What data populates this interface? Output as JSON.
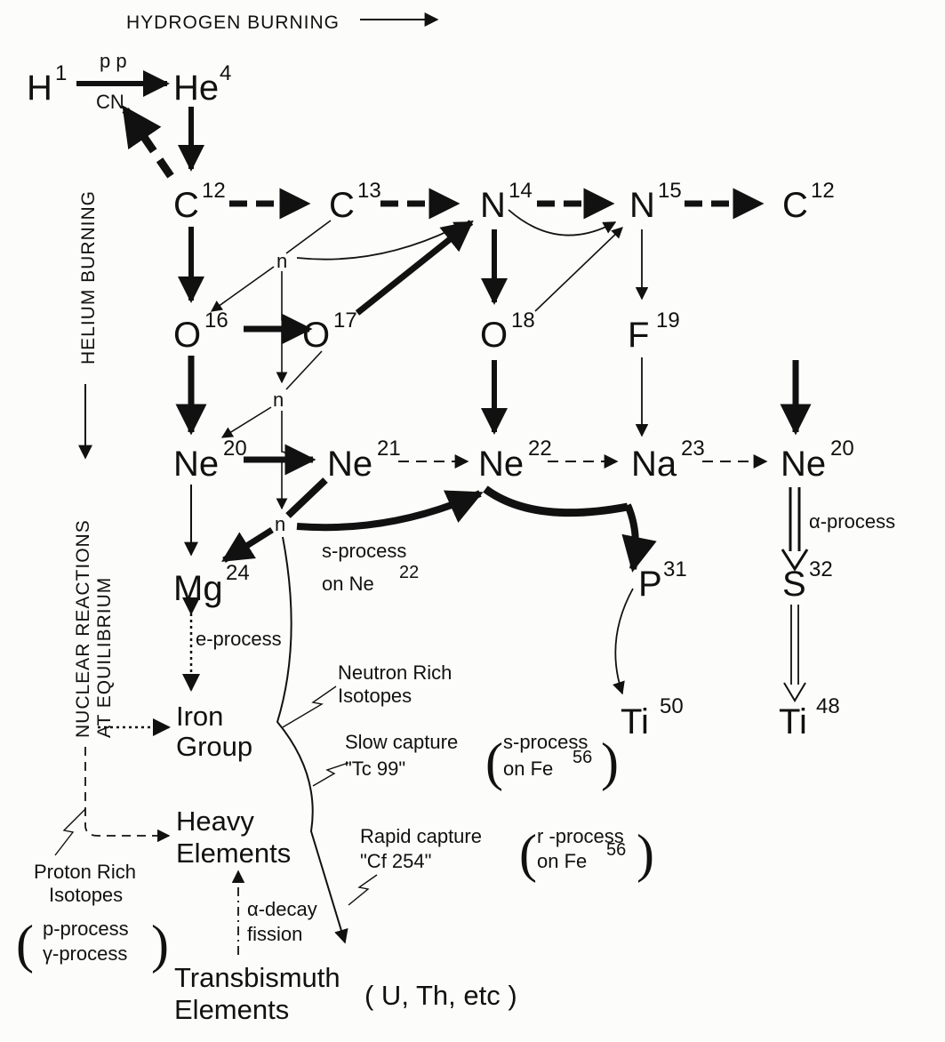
{
  "isotopes": {
    "h1": {
      "symbol": "H",
      "mass": "1"
    },
    "he4": {
      "symbol": "He",
      "mass": "4"
    },
    "c12": {
      "symbol": "C",
      "mass": "12"
    },
    "c13": {
      "symbol": "C",
      "mass": "13"
    },
    "n14": {
      "symbol": "N",
      "mass": "14"
    },
    "n15": {
      "symbol": "N",
      "mass": "15"
    },
    "c12b": {
      "symbol": "C",
      "mass": "12"
    },
    "o16": {
      "symbol": "O",
      "mass": "16"
    },
    "o17": {
      "symbol": "O",
      "mass": "17"
    },
    "o18": {
      "symbol": "O",
      "mass": "18"
    },
    "f19": {
      "symbol": "F",
      "mass": "19"
    },
    "ne20": {
      "symbol": "Ne",
      "mass": "20"
    },
    "ne21": {
      "symbol": "Ne",
      "mass": "21"
    },
    "ne22": {
      "symbol": "Ne",
      "mass": "22"
    },
    "na23": {
      "symbol": "Na",
      "mass": "23"
    },
    "ne20b": {
      "symbol": "Ne",
      "mass": "20"
    },
    "mg24": {
      "symbol": "Mg",
      "mass": "24"
    },
    "p31": {
      "symbol": "P",
      "mass": "31"
    },
    "s32": {
      "symbol": "S",
      "mass": "32"
    },
    "ti50": {
      "symbol": "Ti",
      "mass": "50"
    },
    "ti48": {
      "symbol": "Ti",
      "mass": "48"
    }
  },
  "labels": {
    "hydrogen_burning": "HYDROGEN BURNING",
    "helium_burning": "HELIUM BURNING",
    "equilibrium_line1": "NUCLEAR REACTIONS",
    "equilibrium_line2": "AT EQUILIBRIUM",
    "pp": "p p",
    "cn": "CN",
    "neutron": "n",
    "s_process": "s-process",
    "on_ne": "on Ne",
    "on_ne_mass": "22",
    "alpha_process": "α-process",
    "e_process": "e-process",
    "neutron_rich_1": "Neutron Rich",
    "neutron_rich_2": "Isotopes",
    "iron_group_1": "Iron",
    "iron_group_2": "Group",
    "slow_capture": "Slow capture",
    "tc99": "\"Tc 99\"",
    "s_process_paren": "s-process",
    "on_fe": "on Fe",
    "fe_mass": "56",
    "heavy_1": "Heavy",
    "heavy_2": "Elements",
    "rapid_capture": "Rapid capture",
    "cf254": "\"Cf 254\"",
    "r_process_paren": "r -process",
    "proton_rich_1": "Proton Rich",
    "proton_rich_2": "Isotopes",
    "p_process": "p-process",
    "gamma_process": "γ-process",
    "alpha_decay": "α-decay",
    "fission": "fission",
    "transbismuth_1": "Transbismuth",
    "transbismuth_2": "Elements",
    "actinides": "( U, Th, etc )"
  }
}
